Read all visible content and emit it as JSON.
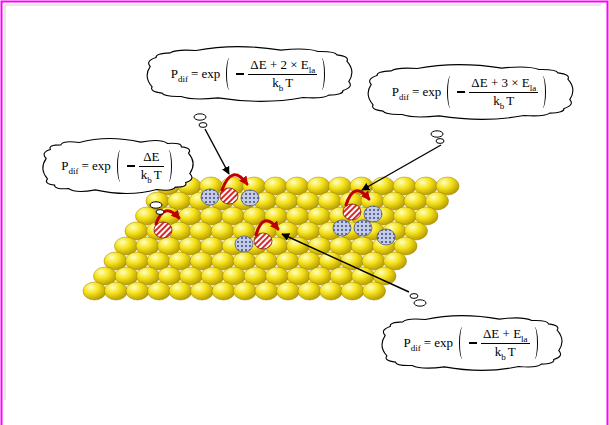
{
  "diagram": {
    "nodes": [
      {
        "text": [
          "P",
          "dif",
          "= exp",
          "ΔE + 2 × E",
          "la",
          "k",
          "b",
          "T"
        ]
      },
      {
        "text": [
          "P",
          "dif",
          "= exp",
          "ΔE + 3 × E",
          "la",
          "k",
          "b",
          "T"
        ]
      },
      {
        "text": [
          "P",
          "dif",
          "= exp",
          "ΔE",
          "k",
          "b",
          "T"
        ]
      },
      {
        "text": [
          "P",
          "dif",
          "= exp",
          "ΔE + E",
          "la",
          "k",
          "b",
          "T"
        ]
      }
    ]
  }
}
